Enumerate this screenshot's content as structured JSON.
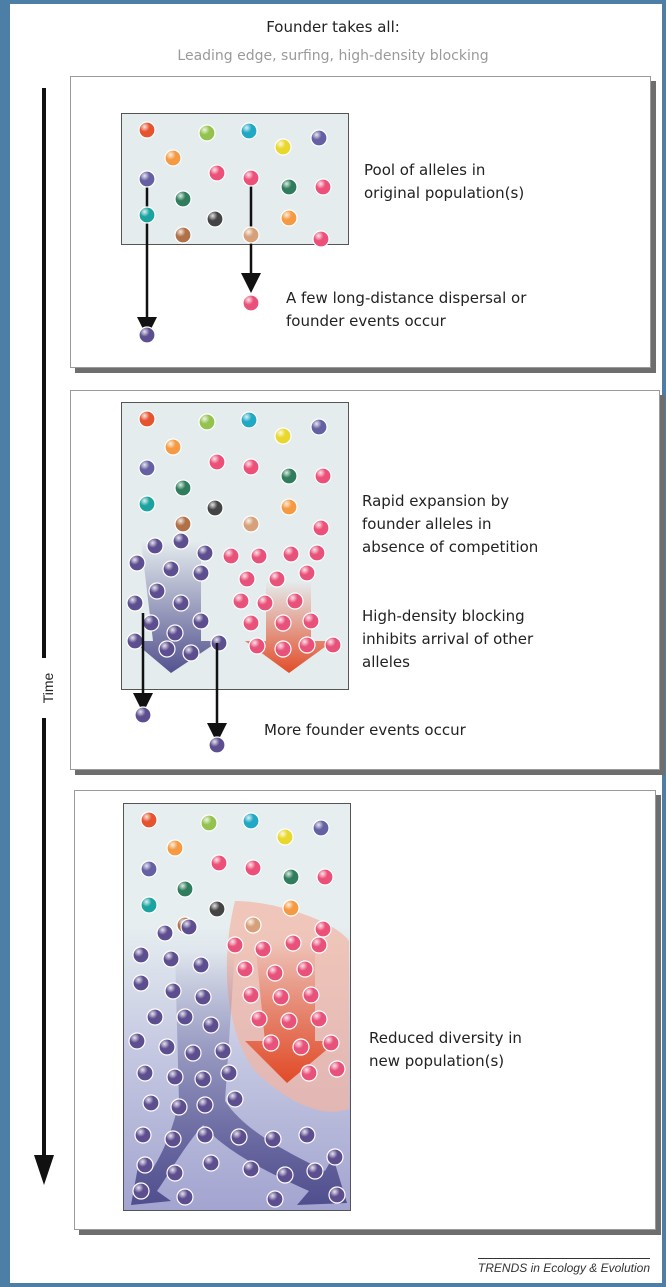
{
  "figure": {
    "title": "Founder takes all:",
    "subtitle": "Leading edge, surfing, high-density blocking",
    "time_axis_label": "Time",
    "credit": "TRENDS in Ecology & Evolution"
  },
  "panels": [
    {
      "stage": 1,
      "labels": [
        "Pool of alleles in\noriginal population(s)",
        "A few long-distance dispersal or\nfounder events occur"
      ]
    },
    {
      "stage": 2,
      "labels": [
        "Rapid expansion by\nfounder alleles in\nabsence of competition",
        "High-density blocking\ninhibits arrival of other\nalleles",
        "More founder events occur"
      ]
    },
    {
      "stage": 3,
      "labels": [
        "Reduced diversity in\nnew population(s)"
      ]
    }
  ],
  "colors": {
    "pool_background": "#e4ecee",
    "purple_allele": "#5d4f8f",
    "pink_allele": "#e8527a",
    "red_arrow": "#e2451f",
    "purple_arrow": "#4c4a8a",
    "allele_palette": [
      "#e5532f",
      "#f59a42",
      "#93c34e",
      "#21a8c4",
      "#ead72c",
      "#6560a3",
      "#2f7d5c",
      "#b07048",
      "#444444",
      "#d6a07a",
      "#1ba3a0",
      "#ec4f78"
    ]
  }
}
